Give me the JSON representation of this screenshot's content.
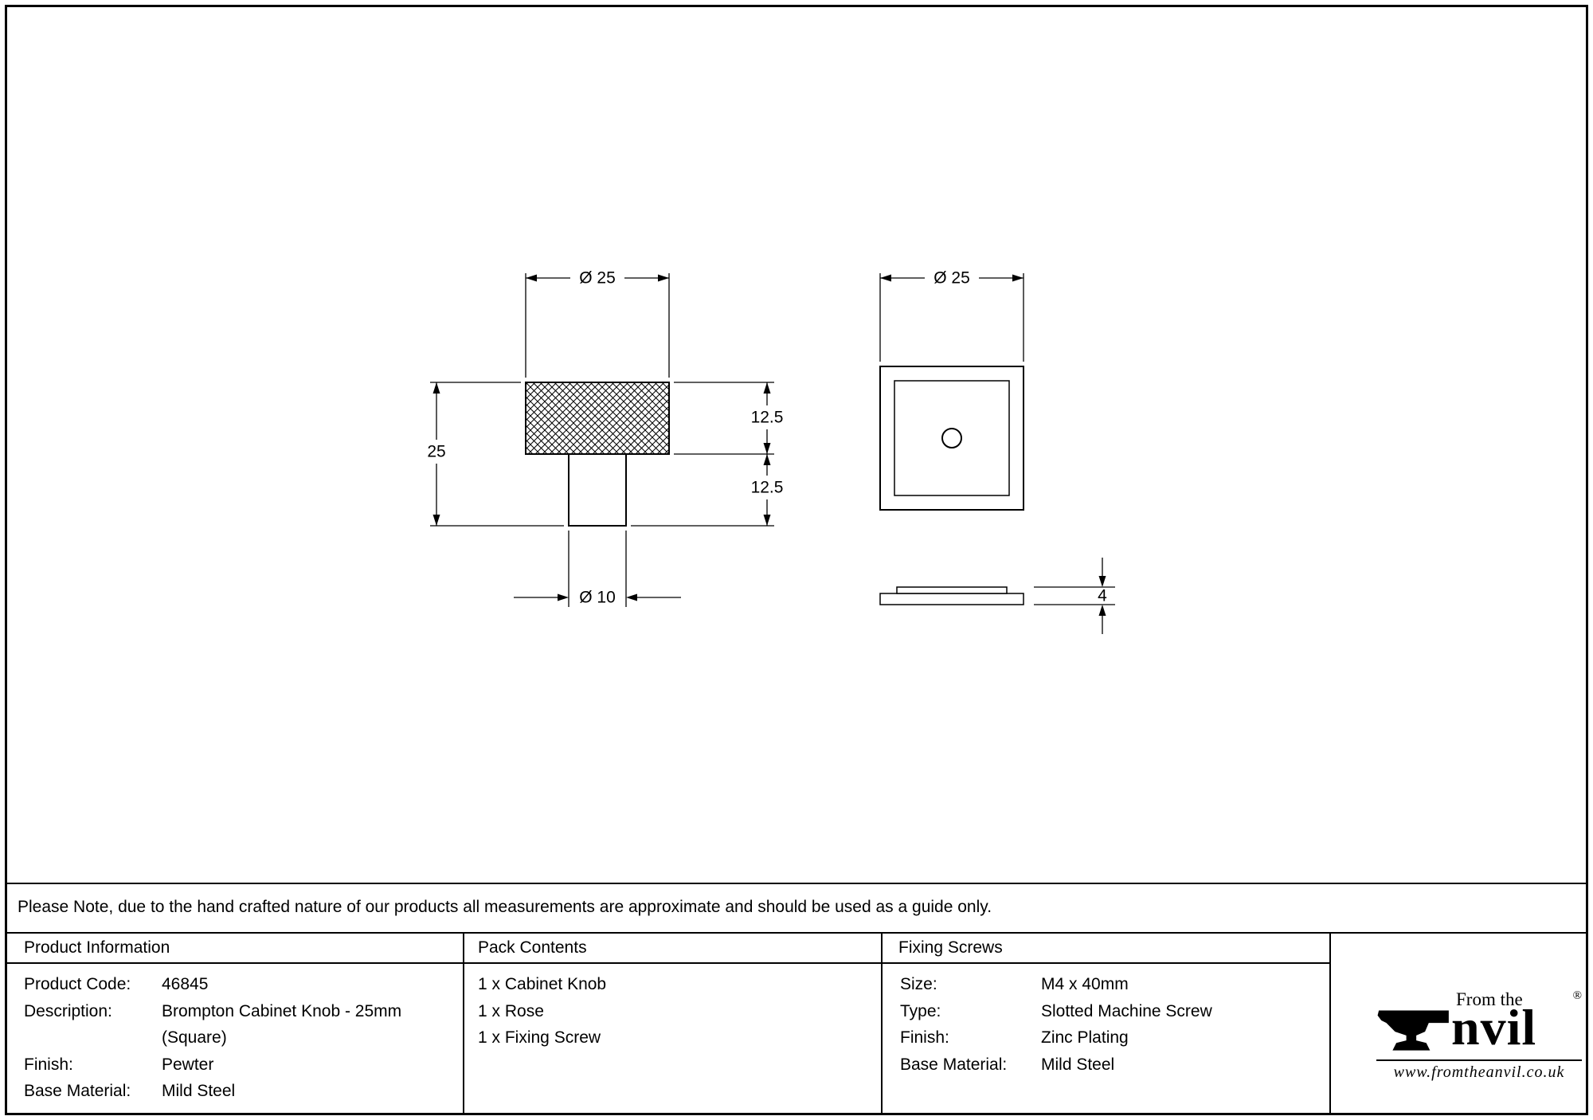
{
  "colors": {
    "ink": "#000000",
    "paper": "#ffffff"
  },
  "drawing": {
    "side_view": {
      "dim_top": "Ø 25",
      "dim_height": "25",
      "dim_knob_depth": "12.5",
      "dim_stem_depth": "12.5",
      "dim_stem": "Ø 10"
    },
    "front_view": {
      "dim_width": "Ø 25",
      "dim_rose_thickness": "4"
    }
  },
  "note_text": "Please Note, due to the hand crafted nature of our products all measurements are approximate and should be used as a guide only.",
  "table": {
    "product_info": {
      "header": "Product Information",
      "rows": [
        {
          "label": "Product Code:",
          "value": "46845"
        },
        {
          "label": "Description:",
          "value": "Brompton Cabinet Knob - 25mm"
        },
        {
          "label": "",
          "value": "(Square)"
        },
        {
          "label": "Finish:",
          "value": "Pewter"
        },
        {
          "label": "Base Material:",
          "value": "Mild Steel"
        }
      ]
    },
    "pack_contents": {
      "header": "Pack Contents",
      "items": [
        "1 x Cabinet Knob",
        "1 x Rose",
        "1 x Fixing Screw"
      ]
    },
    "fixing_screws": {
      "header": "Fixing Screws",
      "rows": [
        {
          "label": "Size:",
          "value": "M4 x 40mm"
        },
        {
          "label": "Type:",
          "value": "Slotted Machine Screw"
        },
        {
          "label": "Finish:",
          "value": "Zinc Plating"
        },
        {
          "label": "Base Material:",
          "value": "Mild Steel"
        }
      ]
    }
  },
  "logo": {
    "tagline": "From the",
    "brand_suffix": "nvil",
    "registered": "®",
    "website": "www.fromtheanvil.co.uk"
  }
}
